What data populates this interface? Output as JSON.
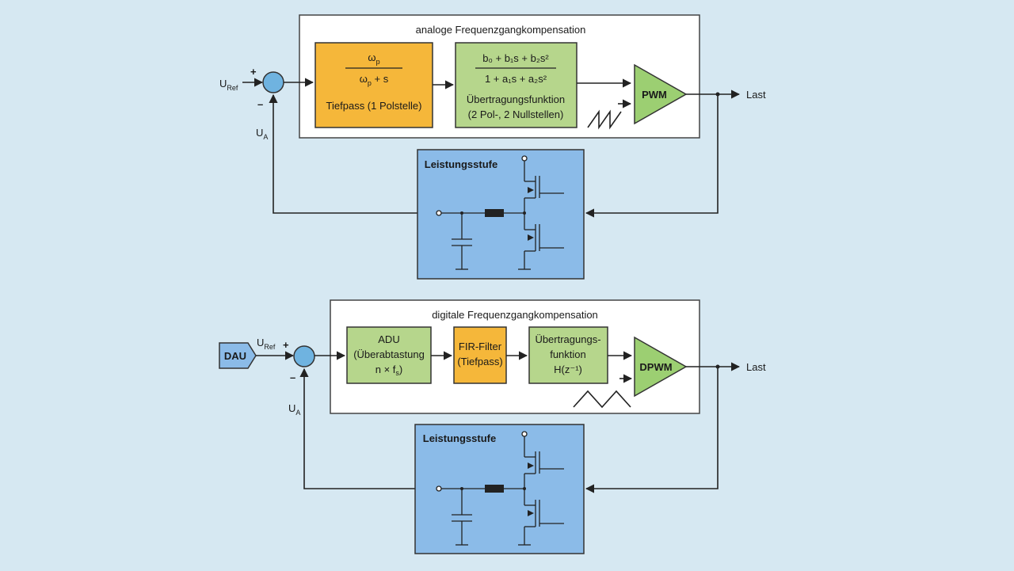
{
  "top": {
    "title": "analoge Frequenzgangkompensation",
    "input": {
      "u": "U",
      "sub": "Ref"
    },
    "feedback": {
      "u": "U",
      "sub": "A"
    },
    "plus": "+",
    "minus": "–",
    "lowpass": {
      "num": "ω",
      "num_sub": "p",
      "den_a": "ω",
      "den_sub": "p",
      "den_b": " + s",
      "caption": "Tiefpass (1 Polstelle)"
    },
    "transfer": {
      "num": "b₀ + b₁s + b₂s²",
      "den": "1 + a₁s + a₂s²",
      "line1": "Übertragungsfunktion",
      "line2": "(2 Pol-, 2 Nullstellen)"
    },
    "pwm": "PWM",
    "output": "Last",
    "power_stage": "Leistungsstufe"
  },
  "bottom": {
    "title": "digitale Frequenzgangkompensation",
    "dau": "DAU",
    "input": {
      "u": "U",
      "sub": "Ref"
    },
    "feedback": {
      "u": "U",
      "sub": "A"
    },
    "plus": "+",
    "minus": "–",
    "adu": {
      "line1": "ADU",
      "line2": "(Überabtastung",
      "line3a": "n × f",
      "line3sub": "s",
      "line3b": ")"
    },
    "fir": {
      "line1": "FIR-Filter",
      "line2": "(Tiefpass)"
    },
    "transfer": {
      "line1": "Übertragungs-",
      "line2": "funktion",
      "line3": "H(z⁻¹)"
    },
    "dpwm": "DPWM",
    "output": "Last",
    "power_stage": "Leistungsstufe"
  },
  "colors": {
    "background": "#d6e8f2",
    "orange_block": "#f5b73a",
    "green_block": "#b6d68c",
    "triangle": "#9ccf72",
    "summing_node": "#6fb3e0",
    "power_stage": "#8bbbe8",
    "dau_badge": "#8bbbe8"
  }
}
